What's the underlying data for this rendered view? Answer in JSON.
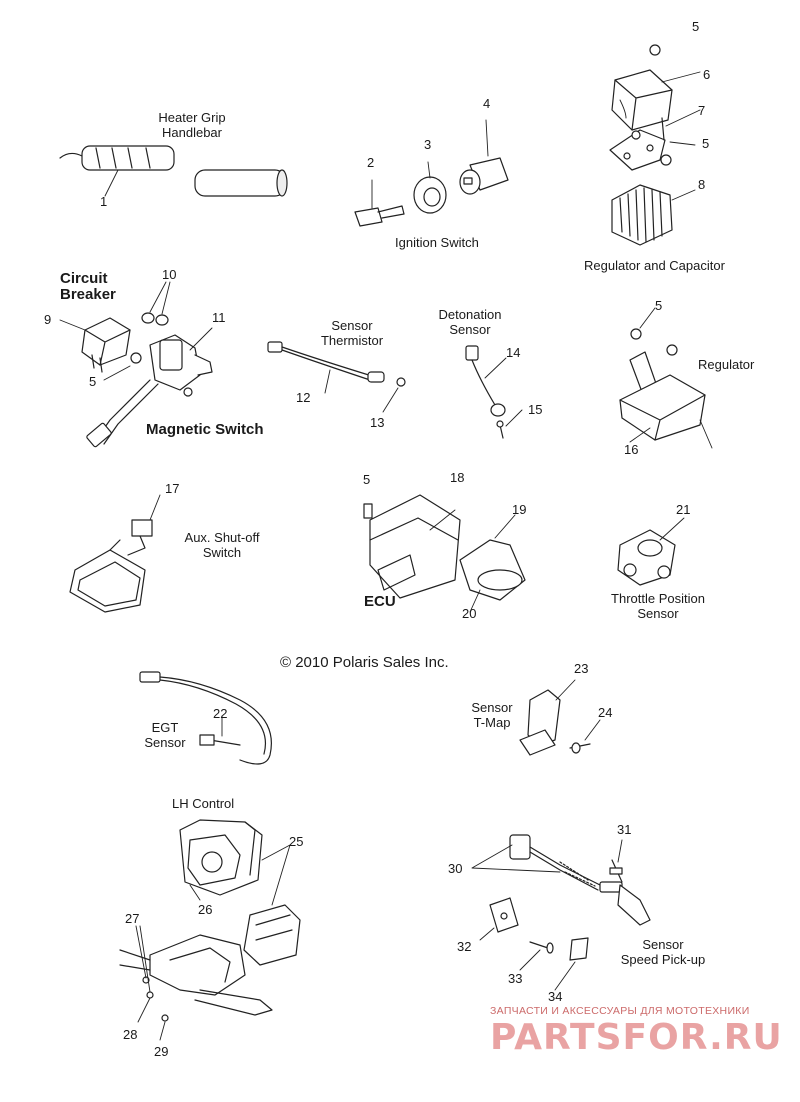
{
  "labels": {
    "heater_grip": "Heater Grip\nHandlebar",
    "ignition_switch": "Ignition Switch",
    "regulator_capacitor": "Regulator and Capacitor",
    "circuit_breaker": "Circuit\nBreaker",
    "magnetic_switch": "Magnetic Switch",
    "sensor_thermistor": "Sensor\nThermistor",
    "detonation_sensor": "Detonation\nSensor",
    "regulator": "Regulator",
    "aux_shutoff": "Aux. Shut-off\nSwitch",
    "ecu": "ECU",
    "tps": "Throttle Position\nSensor",
    "egt_sensor": "EGT\nSensor",
    "sensor_tmap": "Sensor\nT-Map",
    "lh_control": "LH Control",
    "speed_pickup": "Sensor\nSpeed Pick-up"
  },
  "copyright": "© 2010 Polaris Sales Inc.",
  "callouts": [
    "1",
    "2",
    "3",
    "4",
    "5",
    "5",
    "6",
    "7",
    "8",
    "9",
    "10",
    "11",
    "5",
    "12",
    "13",
    "14",
    "15",
    "5",
    "16",
    "17",
    "5",
    "18",
    "19",
    "20",
    "21",
    "22",
    "23",
    "24",
    "25",
    "26",
    "27",
    "28",
    "29",
    "30",
    "31",
    "32",
    "33",
    "34"
  ],
  "watermark": {
    "tagline": "ЗАПЧАСТИ И АКСЕССУАРЫ ДЛЯ МОТОТЕХНИКИ",
    "brand": "PARTSFOR.RU"
  }
}
